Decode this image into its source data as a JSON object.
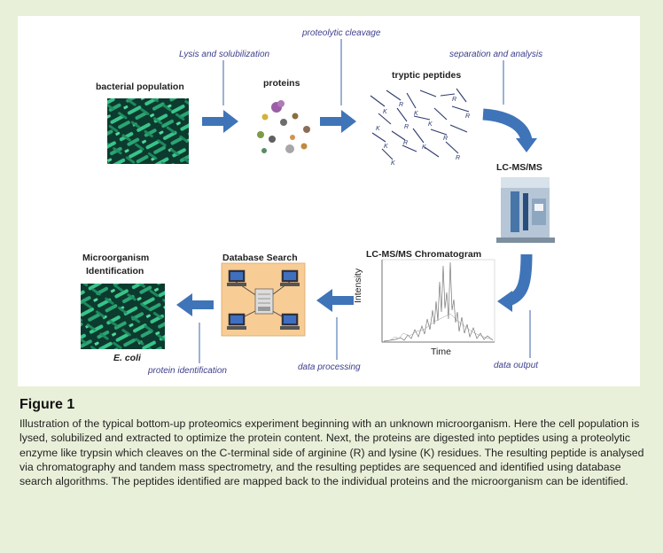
{
  "labels": {
    "bacterial_population": "bacterial population",
    "proteins": "proteins",
    "tryptic_peptides": "tryptic peptides",
    "lcmsms": "LC-MS/MS",
    "chromatogram": "LC-MS/MS Chromatogram",
    "database_search": "Database Search",
    "microorganism": "Microorganism",
    "identification": "Identification",
    "ecoli": "E. coli",
    "intensity": "Intensity",
    "time": "Time"
  },
  "steps": {
    "lysis": "Lysis and solubilization",
    "cleavage": "proteolytic cleavage",
    "separation": "separation and analysis",
    "data_output": "data output",
    "data_processing": "data processing",
    "protein_identification": "protein identification"
  },
  "peptide_letters": [
    "K",
    "R",
    "K",
    "R",
    "K",
    "R",
    "K",
    "R",
    "K",
    "R",
    "K",
    "R",
    "K",
    "R"
  ],
  "figure": {
    "title": "Figure 1",
    "caption": "Illustration of the typical bottom-up proteomics experiment beginning with an unknown microorganism. Here the cell population is lysed, solubilized and extracted to optimize the protein content. Next, the proteins are digested into peptides using a proteolytic enzyme like trypsin which cleaves on the C-terminal side of arginine (R) and lysine (K) residues. The resulting peptide is analysed via chromatography and tandem mass spectrometry, and the resulting peptides are sequenced and identified using database search algorithms. The peptides identified are mapped back to the individual proteins and the microorganism can be identified."
  },
  "colors": {
    "arrow": "#3f74b8",
    "arrow_dark": "#2b5a9a",
    "step_text": "#3d3f8c",
    "panel_bg": "#e9f0d9",
    "bacteria_dark": "#0d3a2e",
    "bacteria_light": "#38c48a",
    "db_box": "#f7cc95"
  }
}
